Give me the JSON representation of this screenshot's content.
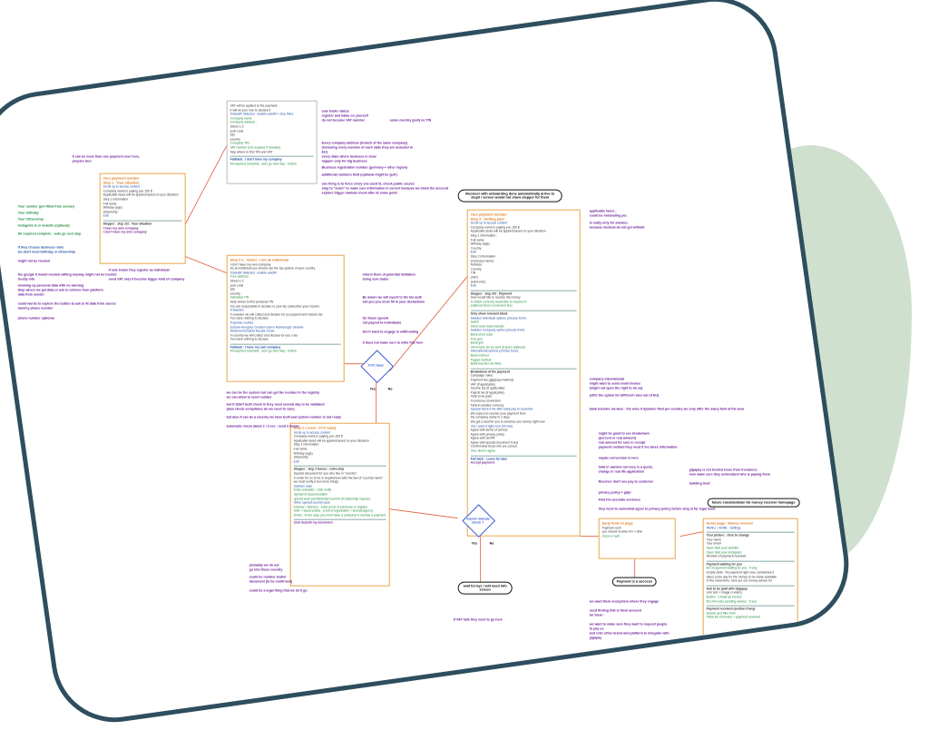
{
  "colors": {
    "frame": "#2e4e5e",
    "card_border": "#e8a54a",
    "accent_blob": "#cfe0cf",
    "connector": "#e05a3a"
  },
  "cards": {
    "step1": {
      "title": "Your payment number",
      "subtitle": "Step 1 : Your situation",
      "lines": [
        "Scroll up to access content",
        "Company name is paying you 150 $",
        "Applicable taxes will be applied based on your situation",
        "Step 1 information :",
        "Full name",
        "birthday (age)",
        "citizenship",
        "Edit"
      ],
      "button": "Stepper : step 1/3 : Your situation",
      "choice_a": "I have my own company",
      "choice_b": "I don't have my own company"
    },
    "top": {
      "lines": [
        "VAT will be applied to the payment,",
        "it will be your role to declare it",
        "If BandR detected : enable autofill + stop there",
        "Company name",
        "Company address :",
        "Street 1-2",
        "post code",
        "city",
        "country",
        "Company TIN",
        "VAT number (not required if Sweden)",
        "help where to find TIN and VAT"
      ],
      "fallback": "Fallback : I don't have my company",
      "button": "All required complete : auto go next step : button"
    },
    "step2": {
      "title": "Step 2 a : model : I am an individual",
      "lines": [
        "I don't have my own company",
        "As an individual you should use the tax system of your country",
        "If BandR detected : enable autofill",
        "Your address :",
        "Street 1-2",
        "post code",
        "city",
        "country",
        "Individual TIN",
        "Help where to find personal TIN",
        "You are responsible to declare to your tax subscriber your income",
        "If Sweden",
        "In sweden we will collect and declare for you payroll and income tax",
        "You have nothing to declare",
        "If special country :",
        "Estonia Hungary Croatia Kosovo Montenegro Ukraine",
        "Moldova Romania Russia Oman",
        "In country we will collect and declare for you x tax",
        "You have nothing to declare"
      ],
      "fallback": "Fallback : I have my own company",
      "button": "All required complete : auto go next step : button"
    },
    "step3": {
      "title": "Step 2 c (new : KYC base)",
      "lines": [
        "Scroll up to access content",
        "Company name is paying you 150 $",
        "Applicable taxes will be applied based on your situation",
        "Step 1 information :",
        "Full name",
        "birthday (age)",
        "citizenship",
        "Edit",
        "Stepper : step 2 bonus : extra step",
        "Special document for you who live in \"country\".",
        "In order for us to be in requirement with the law of \"country name\"",
        "we must verify a few more things",
        "Sweden case",
        "Enter a BankID : click verify",
        "Upload id documentation",
        "upload work permit/student permit (if citizenship require)",
        "Other special country case",
        "Estonia + Monaco : enter proof of existence in register",
        "UAE + saudi arabia : proof of registration + license/agency",
        "Oman : in the case you must have a company to receive a payment"
      ],
      "button": "click Submit my document"
    },
    "step4": {
      "title": "Your payment number",
      "subtitle": "Step 3 : Getting paid",
      "lines": [
        "Scroll up to access content",
        "Company name is paying you 150 $",
        "Applicable taxes will be applied based on your situation",
        "Step 1 information :",
        "Full name",
        "birthday (age)",
        "Country",
        "Edit",
        "Step 2 information :",
        "(company name)",
        "Address",
        "Country",
        "TIN",
        "(VAT)",
        "(extra info)",
        "Edit",
        "Stepper : step 3/3 : Payment",
        "How would like to receive the money",
        "In which currency would like to receive it?",
        "(optional show conversion fee)",
        "Only show relevant block",
        "Sweden individual options (choose from)",
        "Swish",
        "Short code bank transfer",
        "Sweden Company option (choose from)",
        "Bank short code",
        "Plus giro",
        "Bank giro",
        "Via invoice (to be sent at given address)",
        "International options (choose from)",
        "Bank method",
        "Paypal method",
        "Bank transfer via Wise",
        "Breakdown of the payment",
        "Campaign value",
        "Payment fee (gigapay+method)",
        "VAT (if applicable)",
        "Income tax (if applicable)",
        "Payroll tax (if applicable)",
        "Total to be paid",
        "If currency conversion",
        "Total in wanted currency",
        "Special block if we offer early pay to customer",
        "We expect to receive your payment from",
        "the company name in x days",
        "We got a deal for you to advance you money right now",
        "Yes I want it right now (2% fee)",
        "Agree with terms of service",
        "Agree with privacy policy",
        "Agree with GDPR",
        "Agree with special document if any",
        "Confirm that those info are correct",
        "One click to agree",
        "Fall back : Leave for later"
      ],
      "button": "Accept payment"
    },
    "early": {
      "title": "Early fund on page",
      "lines": [
        "Payment sent",
        "you should receive it in x time",
        "close or wait"
      ]
    },
    "home": {
      "title": "Home page : Money receiver",
      "lines": [
        "MENU : HOME : Settings",
        "Your picture : click to change",
        "Your name",
        "Your email",
        "Open field your website",
        "Open field your instagram",
        "Number of payment received",
        "Payment waiting for you",
        "list of payment waiting for you : if any",
        "Empty state : No payment right now, sometimes it",
        "takes a few day for the money to be made available",
        "In the mean time, here are our money advice for",
        "Ask to be paid with Gigapay",
        "Link text + image (+video)",
        "Button : Create an invoice",
        "list of invoice pending answer : if any",
        "Payment received (section if any)",
        "Search and filter field",
        "Table list of invoice + payment received"
      ]
    }
  },
  "pills": {
    "kyc_review": "Receiver with onboarding done automatically arrive to step3 / screen would not show stepper for them",
    "wait_kyc": "wait for kyc / will need info screen",
    "payment_success": "Payment is a success",
    "future": "future consideration for money receiver homepage"
  },
  "decisions": {
    "kyc": {
      "label": "KYC base",
      "yes": "Yes",
      "no": "No"
    },
    "manual": {
      "label": "require manual check ?",
      "yes": "Yes",
      "no": "No"
    }
  },
  "notes": {
    "n1": "It can be more than one payment over here,",
    "n1b": "prepare tour",
    "n2": "sole trader status",
    "n2b": "register and liable on yourself",
    "n2c": "do not become VAT number",
    "n3": "some country (poll) no TIN",
    "n4": "Every company address (branch of the same company)",
    "n4b": "(including every member of each state they are included in",
    "n4c": "EU)",
    "n4d": "every state where business is done",
    "n4e": "happen only for big business",
    "n4f": "Business registration number (germany + other region)",
    "n4g": "additional numbers field (optional might be gulf )",
    "n5": "one thing is to force every one used id, check public source",
    "n5b": "stop to \"scam\" to make sure information is correct because we block the account",
    "n5c": "explore trigger manual check after at some point",
    "n6": "applicable taxes ,",
    "n6b": "could be misleading per.",
    "n6c": "is really only for sweden,",
    "n6d": "because medical do not get withold",
    "n7": "If they choose business route",
    "n7b": "we don't need birthday or citizenship",
    "n7c": "might not be needed",
    "n8": "the google it would needed editing anyway might not be trusted",
    "n8b": "trustly info",
    "n8c": "showing up personal data with no warning",
    "n8d": "Step where we get data or ask to retrieve from platform",
    "n8e": "data from sender",
    "n8f": "could words to explore the button to ask to fit data from source",
    "n8g": "dummy phone number",
    "n8h": "phone number optional",
    "n9": "If sole trader they register as individual",
    "n9b": "need VAT only if become bigger kind of company",
    "n10": "inform them of potential limitation",
    "n10b": "being sole trader",
    "n11": "Be aware we will report to the tax auth",
    "n11b": "but you you must fill in your declaration",
    "n12": "for those special",
    "n12b": "not payout to individuals",
    "n13": "Don't want to engage in withholding",
    "n14": "it does not make sure to write this here",
    "n15": "we can be the system but can get the number in the registry",
    "n15b": "we can allow to send number",
    "n16": "but if didn't built check in they need several day to be validated",
    "n16b": "(also check compliance do we need to care)",
    "n17": "but also it can be a country we have built and system number is not ready",
    "n18": "automatic check about 2 / 3 sec : need a loader",
    "n19": "probably we do not",
    "n19b": "go into those country",
    "n19c": "could be number and/or",
    "n19d": "document (to be confirmed)",
    "n19e": "could be a legal thing that we let it go",
    "n20": "If VAT fails they need to go here",
    "n21": "company international",
    "n21b": "might want to send email invoice",
    "n21c": "(might not open the right to do so)",
    "n21d": "(offer the option for different rules out of EU)",
    "n22": "bank transfer via wise : the wise it dynamic filed per country we only offer the many field of the area",
    "n23": "might be good to see breakdown",
    "n23b": "(percent or real amount)",
    "n23c": "real amount for sure in receipt",
    "n23d": "payment method they need it fee taxes information",
    "n24": "maybe conversion is here",
    "n25": "total in wanted currency is a quote,",
    "n25b": "change in real life application",
    "n26": "Receiver don't see pay to customer",
    "n27": "privacy policy + gdpr",
    "n28": "Find the accurate sentence",
    "n29": "they need to somewhat agree to privacy policy before sing in for legal need",
    "n30": "gigapay is not trusted issue from freelancer,",
    "n30b": "how make sure they understand who is paying them",
    "n31": "building trust",
    "n32": "we want them ecosystem where they engage",
    "n33": "need finding that is them account",
    "n33b": "for them -",
    "n34": "we want to make sure they want to request people",
    "n34b": "to pay us",
    "n34c": "and refer other brand and platform to integrate with",
    "n34d": "gigapay",
    "n35": "All required complete : auto go next step",
    "n36": "Instagram & or website (optional)",
    "n37": "Your birthday",
    "n38": "Your Citizenship",
    "n39": "Your number (pre-filled from sender)"
  }
}
